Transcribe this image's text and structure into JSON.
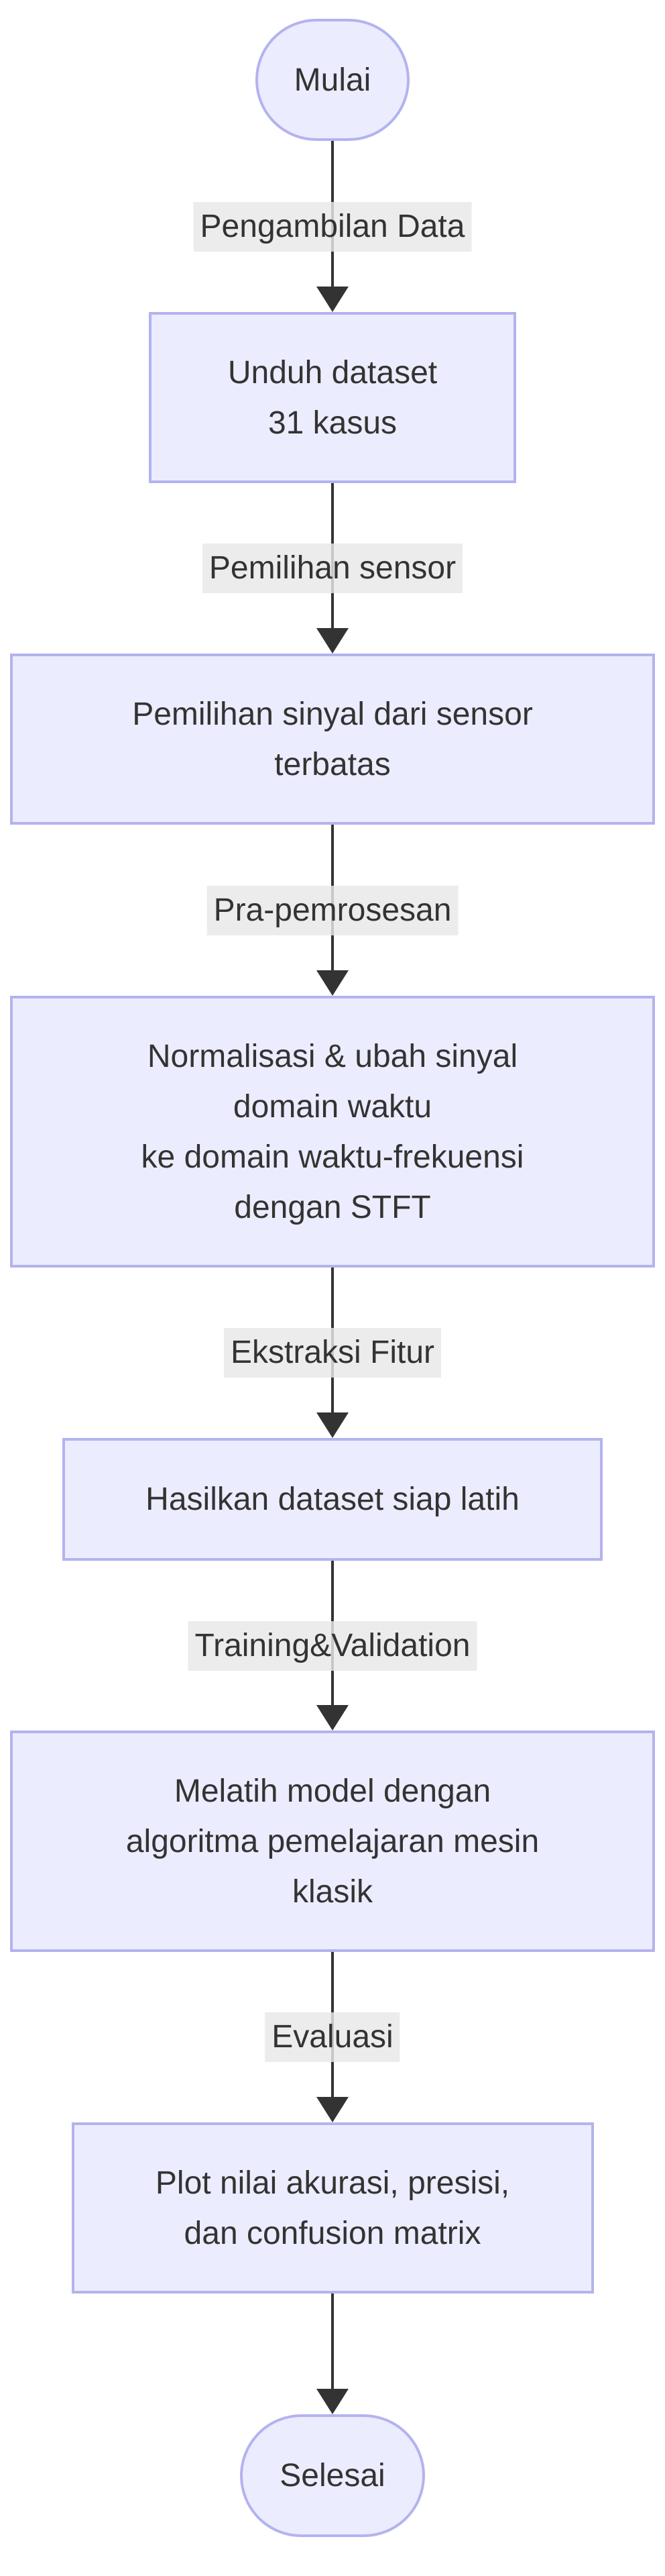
{
  "diagram": {
    "type": "flowchart-top-down",
    "colors": {
      "node_fill": "#ECECFF",
      "node_border": "#B3B3EF",
      "edge_color": "#333333",
      "edge_label_bg": "#E8E8E8",
      "text_color": "#333333",
      "background": "#FFFFFF"
    },
    "nodes": [
      {
        "id": "start",
        "shape": "stadium",
        "lines": [
          "Mulai"
        ]
      },
      {
        "id": "download",
        "shape": "rect",
        "lines": [
          "Unduh dataset",
          "31 kasus"
        ]
      },
      {
        "id": "sensor",
        "shape": "rect",
        "lines": [
          "Pemilihan sinyal dari sensor",
          "terbatas"
        ]
      },
      {
        "id": "preprocess",
        "shape": "rect",
        "lines": [
          "Normalisasi & ubah sinyal",
          "domain waktu",
          "ke domain waktu-frekuensi",
          "dengan STFT"
        ]
      },
      {
        "id": "dataset",
        "shape": "rect",
        "lines": [
          "Hasilkan dataset siap latih"
        ]
      },
      {
        "id": "train",
        "shape": "rect",
        "lines": [
          "Melatih model dengan",
          "algoritma pemelajaran mesin",
          "klasik"
        ]
      },
      {
        "id": "plot",
        "shape": "rect",
        "lines": [
          "Plot nilai akurasi, presisi,",
          "dan confusion matrix"
        ]
      },
      {
        "id": "end",
        "shape": "stadium",
        "lines": [
          "Selesai"
        ]
      }
    ],
    "edges": [
      {
        "from": "start",
        "to": "download",
        "label": "Pengambilan Data"
      },
      {
        "from": "download",
        "to": "sensor",
        "label": "Pemilihan sensor"
      },
      {
        "from": "sensor",
        "to": "preprocess",
        "label": "Pra-pemrosesan"
      },
      {
        "from": "preprocess",
        "to": "dataset",
        "label": "Ekstraksi Fitur"
      },
      {
        "from": "dataset",
        "to": "train",
        "label": "Training&Validation"
      },
      {
        "from": "train",
        "to": "plot",
        "label": "Evaluasi"
      },
      {
        "from": "plot",
        "to": "end",
        "label": ""
      }
    ]
  }
}
